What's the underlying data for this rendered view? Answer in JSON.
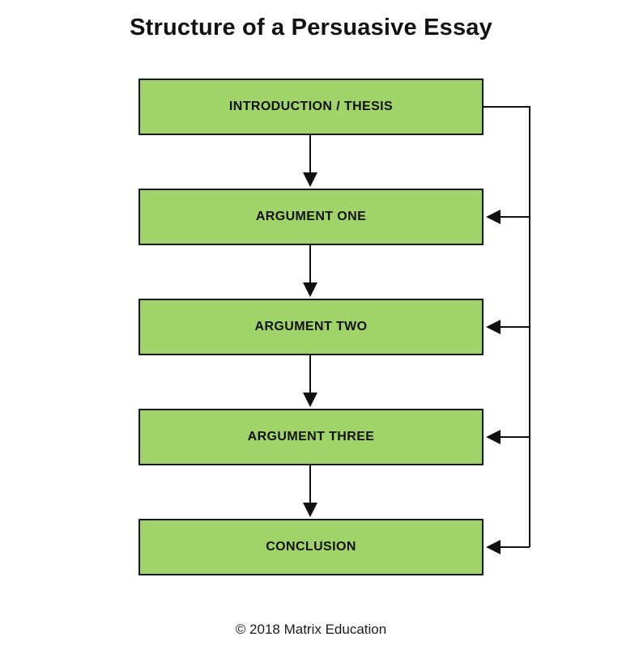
{
  "title": "Structure of a Persuasive Essay",
  "footer": "© 2018 Matrix Education",
  "diagram": {
    "type": "flowchart",
    "boxes": [
      {
        "id": "introduction-thesis",
        "label": "INTRODUCTION / THESIS"
      },
      {
        "id": "argument-one",
        "label": "ARGUMENT ONE"
      },
      {
        "id": "argument-two",
        "label": "ARGUMENT TWO"
      },
      {
        "id": "argument-three",
        "label": "ARGUMENT THREE"
      },
      {
        "id": "conclusion",
        "label": "CONCLUSION"
      }
    ],
    "flow": {
      "sequential": [
        "INTRODUCTION / THESIS -> ARGUMENT ONE",
        "ARGUMENT ONE -> ARGUMENT TWO",
        "ARGUMENT TWO -> ARGUMENT THREE",
        "ARGUMENT THREE -> CONCLUSION"
      ],
      "feedback_from_introduction_to": [
        "ARGUMENT ONE",
        "ARGUMENT TWO",
        "ARGUMENT THREE",
        "CONCLUSION"
      ]
    },
    "colors": {
      "box_fill": "#a0d468",
      "box_border": "#1a1a1a",
      "arrow": "#111111",
      "text": "#111111"
    }
  }
}
